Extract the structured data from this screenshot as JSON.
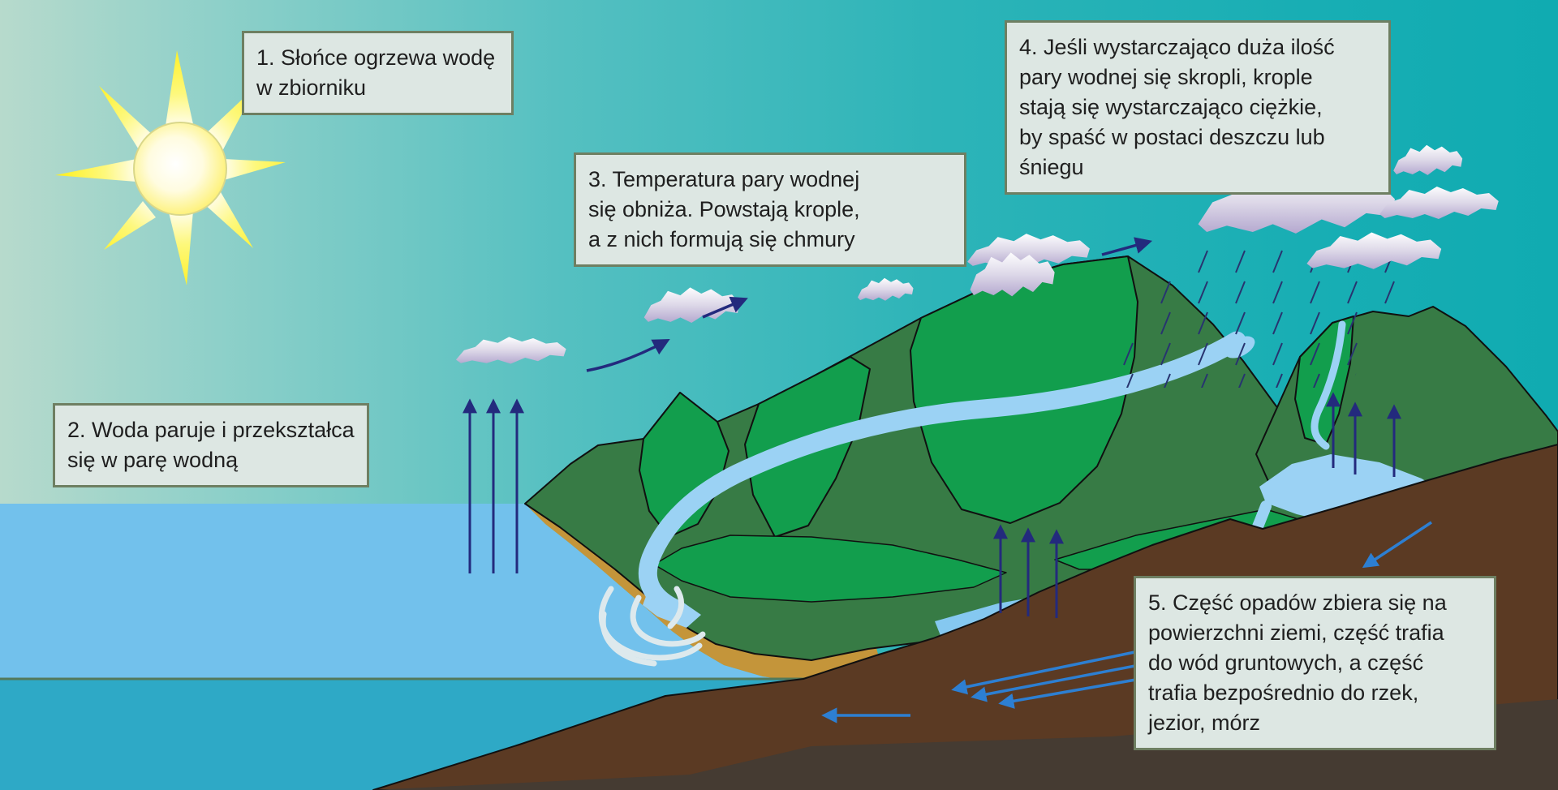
{
  "steps": [
    {
      "id": 1,
      "text": "1. Słońce ogrzewa wodę\nw zbiorniku"
    },
    {
      "id": 2,
      "text": "2. Woda paruje i przekształca\nsię w parę wodną"
    },
    {
      "id": 3,
      "text": "3. Temperatura pary wodnej\nsię obniża. Powstają krople,\na z nich formują się chmury"
    },
    {
      "id": 4,
      "text": "4. Jeśli wystarczająco duża ilość\npary wodnej się skropli, krople\nstają się wystarczająco ciężkie,\nby spaść w postaci deszczu lub\nśniegu"
    },
    {
      "id": 5,
      "text": "5. Część opadów zbiera się na\npowierzchni ziemi, część trafia\ndo wód gruntowych, a część\ntrafia bezpośrednio do rzek,\njezior, mórz"
    }
  ],
  "icons": {
    "sun": "sun-icon",
    "clouds": "cloud-icon",
    "rain": "rain-dashes",
    "evaporation_arrows": "arrow-up-icon",
    "cloud_drift_arrows": "arrow-right-icon",
    "water_flow_arrows": "arrow-left-icon"
  },
  "colors": {
    "sky_left": "#b7dacc",
    "sky_right": "#10abb1",
    "sea": "#72c1ec",
    "deep_water": "#2ea9c6",
    "river": "#9bd2f4",
    "land_dark_green": "#377b45",
    "land_bright_green": "#129e4d",
    "shore_tan": "#c4953a",
    "ground_brown": "#5b3a23",
    "ground_dark": "#453b32",
    "cloud_top": "#fdfdfe",
    "cloud_bottom": "#b4a8cf",
    "arrow_navy": "#232a7d",
    "arrow_blue": "#2d7fd2",
    "sun_core": "#ffffff",
    "sun_ray": "#ffef18",
    "box_background": "#dde7e3",
    "box_border": "#6e7f62",
    "text": "#1f1f1f"
  }
}
